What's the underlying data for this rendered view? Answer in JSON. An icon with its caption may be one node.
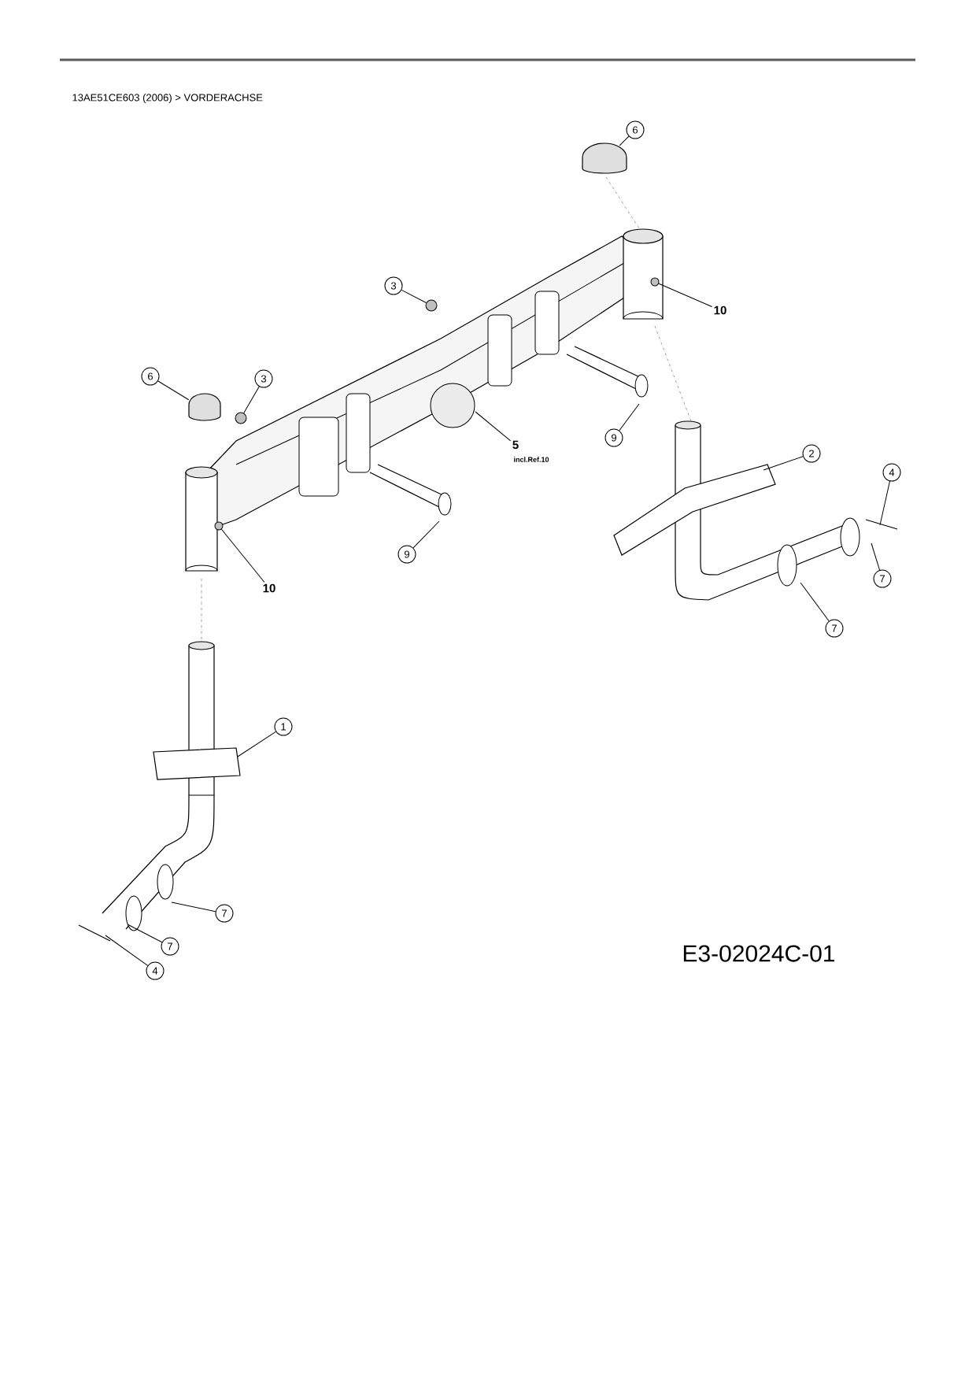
{
  "diagram": {
    "title": "13AE51CE603 (2006) > VORDERACHSE",
    "nodes": [
      {
        "text": [
          "6"
        ]
      },
      {
        "text": [
          "3"
        ]
      },
      {
        "text": [
          "10"
        ]
      },
      {
        "text": [
          "6"
        ]
      },
      {
        "text": [
          "3"
        ]
      },
      {
        "text": [
          "9"
        ]
      },
      {
        "text": [
          "5"
        ],
        "beside": [
          "incl.Ref.10"
        ]
      },
      {
        "text": [
          "2"
        ]
      },
      {
        "text": [
          "4"
        ]
      },
      {
        "text": [
          "9"
        ]
      },
      {
        "text": [
          "10"
        ]
      },
      {
        "text": [
          "7"
        ]
      },
      {
        "text": [
          "7"
        ]
      },
      {
        "text": [
          "1"
        ]
      },
      {
        "text": [
          "7"
        ]
      },
      {
        "text": [
          "7"
        ]
      },
      {
        "text": [
          "4"
        ]
      },
      {
        "text": [],
        "shape": "dome"
      },
      {
        "text": [],
        "shape": "circle"
      },
      {
        "text": [],
        "shape": "circle"
      },
      {
        "text": [],
        "shape": "dome"
      },
      {
        "text": [],
        "shape": "circle"
      },
      {
        "text": [],
        "shape": "circle"
      }
    ],
    "edges": [
      {
        "from": 0,
        "to": 17,
        "arrow": "none"
      },
      {
        "from": 1,
        "to": 18,
        "arrow": "none"
      },
      {
        "from": 2,
        "to": 19,
        "arrow": "none"
      },
      {
        "from": 3,
        "to": 20,
        "arrow": "none"
      },
      {
        "from": 4,
        "to": 21,
        "arrow": "none"
      },
      {
        "from": 5,
        "to": null,
        "arrow": "none"
      },
      {
        "from": 6,
        "to": null,
        "arrow": "none"
      },
      {
        "from": 7,
        "to": null,
        "arrow": "none"
      },
      {
        "from": 8,
        "to": null,
        "arrow": "none"
      },
      {
        "from": 9,
        "to": null,
        "arrow": "none"
      },
      {
        "from": 10,
        "to": 22,
        "arrow": "none"
      },
      {
        "from": 11,
        "to": null,
        "arrow": "none"
      },
      {
        "from": 12,
        "to": null,
        "arrow": "none"
      },
      {
        "from": 13,
        "to": null,
        "arrow": "none"
      },
      {
        "from": 14,
        "to": null,
        "arrow": "none"
      },
      {
        "from": 15,
        "to": null,
        "arrow": "none"
      },
      {
        "from": 16,
        "to": null,
        "arrow": "none"
      }
    ],
    "labels": [
      "E3-02024C-01"
    ]
  }
}
